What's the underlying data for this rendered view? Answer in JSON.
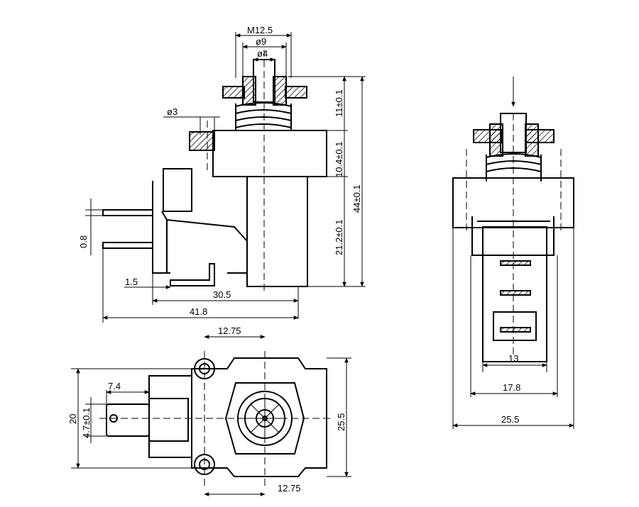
{
  "dimensions": {
    "thread": "M12.5",
    "outer_diameter": "ø9",
    "inner_diameter": "ø4",
    "hole_diameter": "ø3",
    "top_height": "11±0.1",
    "flange_height": "10.4±0.1",
    "total_height": "44±0.1",
    "body_height": "21.2±0.1",
    "terminal_thickness": "0.8",
    "terminal_offset": "1.5",
    "body_length": "30.5",
    "total_length": "41.8",
    "bottom_top_offset": "12.75",
    "bottom_bottom_offset": "12.75",
    "terminal_width": "7.4",
    "bottom_height": "20",
    "terminal_height": "4.7±0.1",
    "bottom_width": "25.5",
    "side_inner_width": "13",
    "side_mid_width": "17.8",
    "side_outer_width": "25.5"
  }
}
